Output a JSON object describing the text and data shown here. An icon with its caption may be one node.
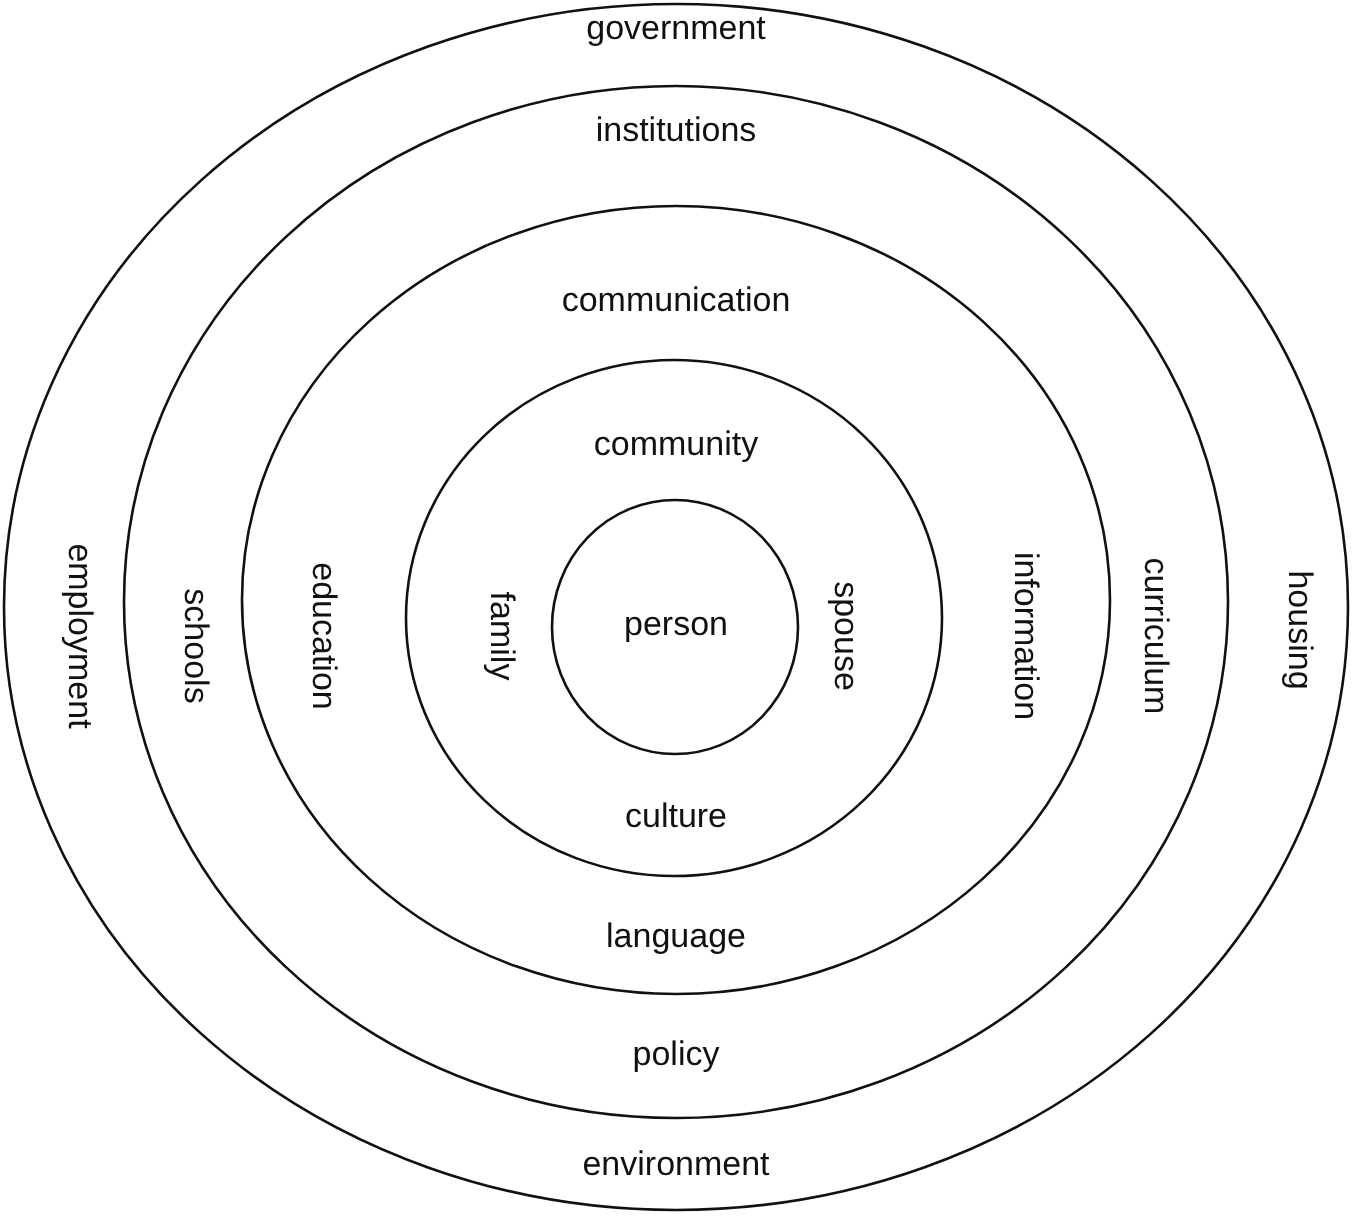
{
  "diagram": {
    "nodes": [
      {
        "text": [
          "government",
          "employment",
          "housing",
          "environment"
        ]
      },
      {
        "text": [
          "institutions",
          "schools",
          "curriculum",
          "policy"
        ],
        "in": 0
      },
      {
        "text": [
          "communication",
          "education",
          "information",
          "language"
        ],
        "in": 1
      },
      {
        "text": [
          "community",
          "family",
          "spouse",
          "culture"
        ],
        "in": 2
      },
      {
        "text": [
          "person"
        ],
        "in": 3
      }
    ]
  }
}
